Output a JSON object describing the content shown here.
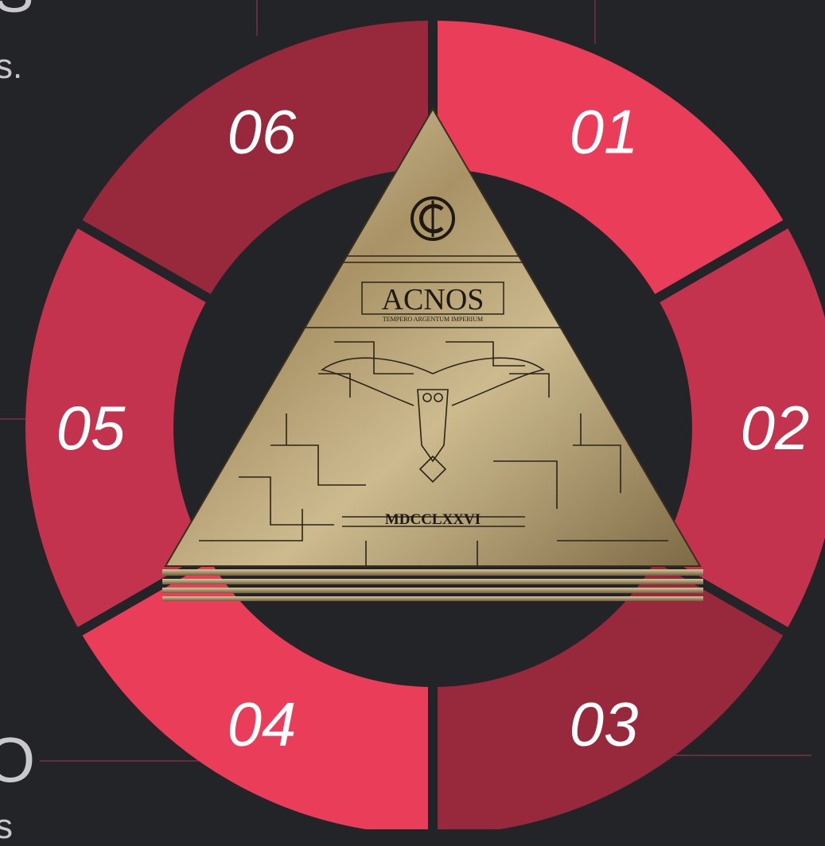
{
  "edge_texts": {
    "top": "S",
    "top_period": "s.",
    "bottom_left": "O",
    "bottom_small": "s"
  },
  "segments": [
    {
      "label": "01",
      "color": "#ea3d5a"
    },
    {
      "label": "02",
      "color": "#c3334d"
    },
    {
      "label": "03",
      "color": "#98283c"
    },
    {
      "label": "04",
      "color": "#ea3d5a"
    },
    {
      "label": "05",
      "color": "#c3334d"
    },
    {
      "label": "06",
      "color": "#98283c"
    }
  ],
  "pyramid": {
    "brand": "ACNOS",
    "motto": "TEMPERO ARGENTUM IMPERIUM",
    "year": "MDCCLXXVI"
  },
  "colors": {
    "background": "#232428",
    "gold": "#b8a47a",
    "line": "#d94a64"
  }
}
